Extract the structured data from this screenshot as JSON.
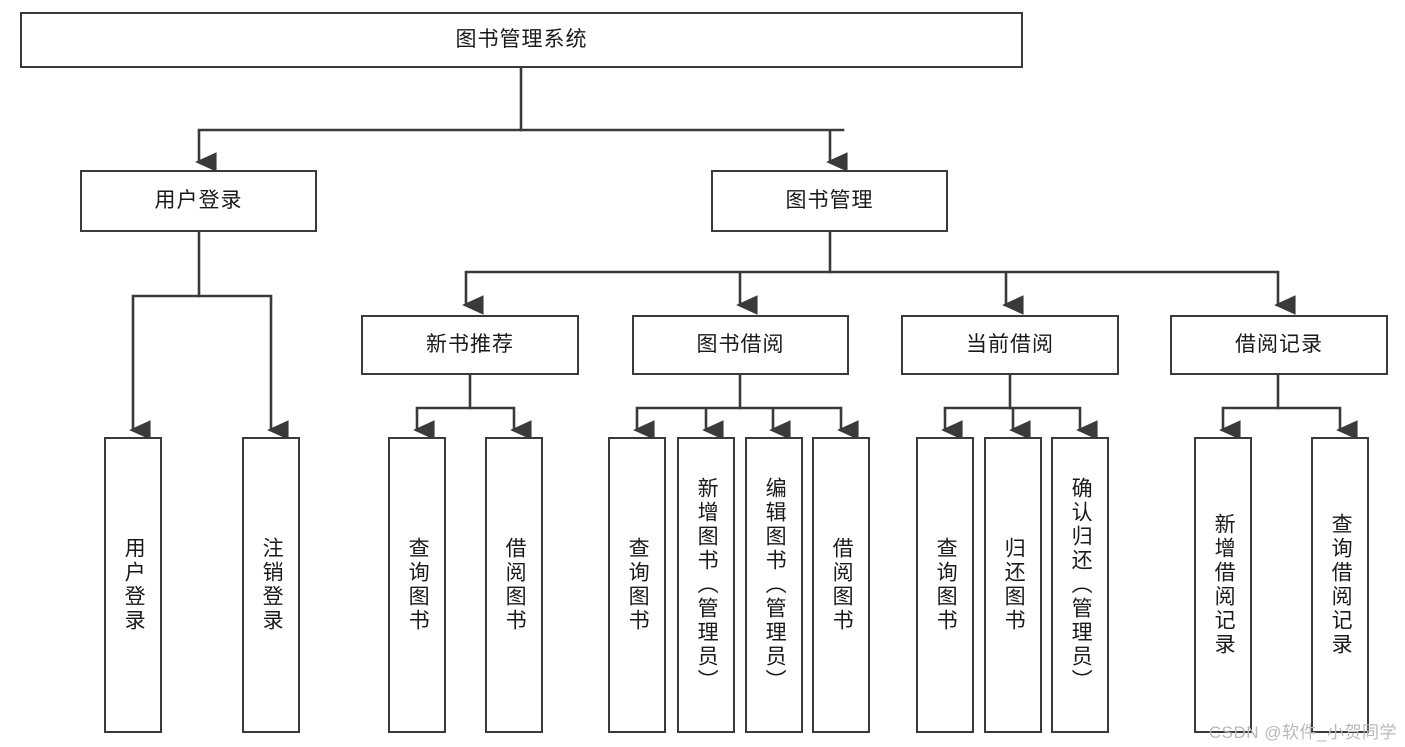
{
  "diagram": {
    "title": "图书管理系统",
    "type": "hierarchy-tree",
    "watermark": "CSDN @软件_小贺同学",
    "colors": {
      "box_border": "#3a3a3a",
      "box_fill": "#ffffff",
      "connector": "#3a3a3a",
      "text": "#1a1a1a",
      "watermark": "#b9b9b9",
      "background": "#ffffff"
    },
    "root": {
      "label": "图书管理系统",
      "orientation": "horizontal"
    },
    "level2": [
      {
        "label": "用户登录",
        "orientation": "horizontal"
      },
      {
        "label": "图书管理",
        "orientation": "horizontal"
      }
    ],
    "level3": [
      {
        "label": "新书推荐",
        "orientation": "horizontal"
      },
      {
        "label": "图书借阅",
        "orientation": "horizontal"
      },
      {
        "label": "当前借阅",
        "orientation": "horizontal"
      },
      {
        "label": "借阅记录",
        "orientation": "horizontal"
      }
    ],
    "leaves": {
      "user_login": [
        {
          "label": "用户登录",
          "orientation": "vertical"
        },
        {
          "label": "注销登录",
          "orientation": "vertical"
        }
      ],
      "new_book_recommend": [
        {
          "label": "查询图书",
          "orientation": "vertical"
        },
        {
          "label": "借阅图书",
          "orientation": "vertical"
        }
      ],
      "book_borrow": [
        {
          "label": "查询图书",
          "orientation": "vertical"
        },
        {
          "label": "新增图书（管理员）",
          "orientation": "vertical"
        },
        {
          "label": "编辑图书（管理员）",
          "orientation": "vertical"
        },
        {
          "label": "借阅图书",
          "orientation": "vertical"
        }
      ],
      "current_borrow": [
        {
          "label": "查询图书",
          "orientation": "vertical"
        },
        {
          "label": "归还图书",
          "orientation": "vertical"
        },
        {
          "label": "确认归还（管理员）",
          "orientation": "vertical"
        }
      ],
      "borrow_record": [
        {
          "label": "新增借阅记录",
          "orientation": "vertical"
        },
        {
          "label": "查询借阅记录",
          "orientation": "vertical"
        }
      ]
    }
  }
}
